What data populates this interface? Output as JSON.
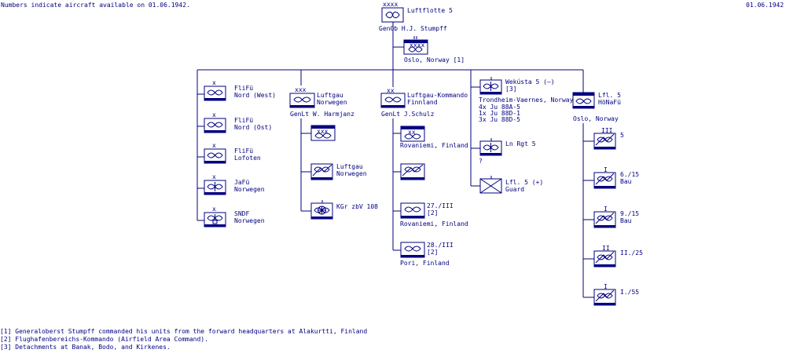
{
  "header": {
    "note": "Numbers indicate aircraft available on 01.06.1942.",
    "date": "01.06.1942"
  },
  "top": {
    "echelon": "xxxx",
    "name": "Luftflotte 5",
    "commander": "GenOb  H.J. Stumpff",
    "hq_echelon": "xxxx",
    "hq_location": "Oslo, Norway  [1]"
  },
  "columns": [
    {
      "units": [
        {
          "echelon": "x",
          "line1": "FliFü",
          "line2": "Nord (West)"
        },
        {
          "echelon": "x",
          "line1": "FliFü",
          "line2": "Nord (Ost)"
        },
        {
          "echelon": "x",
          "line1": "FliFü",
          "line2": "Lofoten"
        },
        {
          "echelon": "x",
          "line1": "JaFü",
          "line2": "Norwegen"
        },
        {
          "echelon": "x",
          "line1": "SNDF",
          "line2": "Norwegen"
        }
      ]
    },
    {
      "head": {
        "echelon": "xxx",
        "line1": "Luftgau",
        "line2": "Norwegen",
        "commander": "GenLt  W. Harmjanz"
      },
      "units": [
        {
          "echelon": "xxx",
          "line1": "",
          "line2": ""
        },
        {
          "echelon": "",
          "line1": "Luftgau",
          "line2": "Norwegen"
        },
        {
          "echelon": "",
          "line1": "KGr zbV 108",
          "line2": ""
        }
      ]
    },
    {
      "head": {
        "echelon": "xx",
        "line1": "Luftgau-Kommando",
        "line2": "Finnland",
        "commander": "GenLt  J.Schulz"
      },
      "units": [
        {
          "echelon": "xx",
          "line1": "",
          "line2": "",
          "below": "Rovaniemi, Finland"
        },
        {
          "echelon": "",
          "line1": "",
          "line2": ""
        },
        {
          "echelon": "",
          "line1": "27./III",
          "line2": "[2]",
          "below": "Rovaniemi, Finland"
        },
        {
          "echelon": "",
          "line1": "28./III",
          "line2": "[2]",
          "below": "Pori, Finland"
        }
      ]
    },
    {
      "head": {
        "echelon": "",
        "line1": "Wekústa 5 (–)",
        "line2": "[3]",
        "location": "Trondheim-Vaernes, Norway",
        "aircraft": [
          "4x  Ju 88A-5",
          "1x  Ju 88D-1",
          "3x  Ju 88D-5"
        ]
      },
      "units": [
        {
          "echelon": "",
          "line1": "Ln Rgt 5",
          "line2": "",
          "below": "?"
        },
        {
          "echelon": "",
          "line1": "Lfl. 5 (+)",
          "line2": "Guard"
        }
      ]
    },
    {
      "head": {
        "echelon": "",
        "line1": "Lfl. 5",
        "line2": "HöNaFü",
        "location": "Oslo, Norway"
      },
      "units": [
        {
          "echelon": "III",
          "line1": "5",
          "line2": ""
        },
        {
          "echelon": "I",
          "line1": "6./15",
          "line2": "Bau"
        },
        {
          "echelon": "I",
          "line1": "9./15",
          "line2": "Bau"
        },
        {
          "echelon": "II",
          "line1": "II./25",
          "line2": ""
        },
        {
          "echelon": "I",
          "line1": "I./55",
          "line2": ""
        }
      ]
    }
  ],
  "footnotes": [
    "[1] Generaloberst Stumpff commanded his units from the forward headquarters at Alakurtti, Finland",
    "[2] Flughafenbereichs-Kommando (Airfield Area Command).",
    "[3] Detachments at Banak, Bodo, and Kirkenes."
  ]
}
